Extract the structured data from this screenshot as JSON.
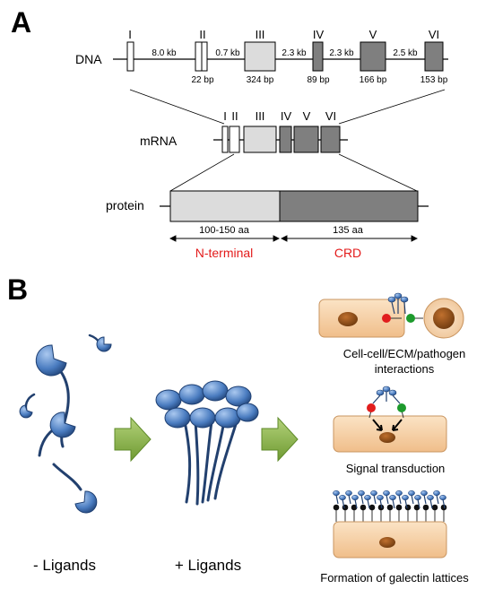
{
  "panels": {
    "a_label": "A",
    "b_label": "B"
  },
  "gene": {
    "dna_label": "DNA",
    "mrna_label": "mRNA",
    "protein_label": "protein",
    "exons": [
      {
        "numeral": "I",
        "size": ""
      },
      {
        "numeral": "II",
        "size": "22 bp"
      },
      {
        "numeral": "III",
        "size": "324 bp"
      },
      {
        "numeral": "IV",
        "size": "89 bp"
      },
      {
        "numeral": "V",
        "size": "166 bp"
      },
      {
        "numeral": "VI",
        "size": "153 bp"
      }
    ],
    "introns": [
      "8.0 kb",
      "0.7 kb",
      "2.3 kb",
      "2.3 kb",
      "2.5 kb"
    ],
    "protein_domains": {
      "n_length": "100-150 aa",
      "crd_length": "135 aa",
      "n_name": "N-terminal",
      "crd_name": "CRD"
    }
  },
  "panel_b": {
    "left_caption": "- Ligands",
    "middle_caption": "+ Ligands",
    "function_captions": {
      "cell_cell_line1": "Cell-cell/ECM/pathogen",
      "cell_cell_line2": "interactions",
      "signal": "Signal transduction",
      "lattice": "Formation of galectin lattices"
    }
  },
  "colors": {
    "exon_light": "#dcdcdc",
    "exon_dark": "#7f7f7f",
    "domain_label_red": "#e31b1b",
    "arrow_green": "#8db54a",
    "galectin_blue": "#4a7cc0",
    "cell_fill": "#f6cfa3",
    "nucleus": "#8b4a14"
  }
}
